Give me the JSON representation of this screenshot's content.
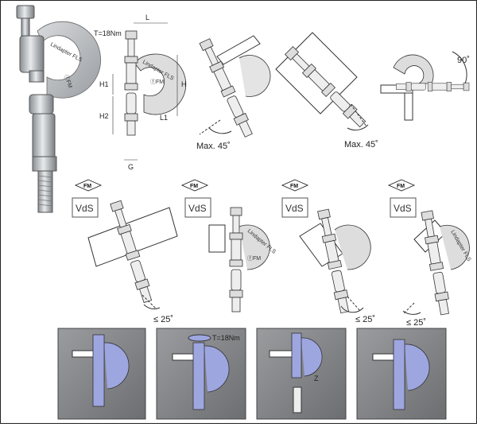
{
  "torque": "T=18Nm",
  "dims": {
    "L": "L",
    "H": "H",
    "H1": "H1",
    "H2": "H2",
    "L1": "L1",
    "G": "G"
  },
  "brand_text": "Lindapter FLS",
  "fm_short": "FM",
  "fm_circle": "ⓕFM",
  "vds": "VdS",
  "angles": {
    "a1": "Max. 45˚",
    "a2": "Max. 45˚",
    "a3": "90˚",
    "b1": "≤ 25˚",
    "b2": "≤ 25˚",
    "b3": "≤ 25˚"
  },
  "install": {
    "step2_torque": "T=18Nm",
    "step3_dim": "Z"
  },
  "colors": {
    "steel": "#b8bcc0",
    "panel": "#808285",
    "highlight": "#9ea6e0",
    "outline": "#333333"
  }
}
